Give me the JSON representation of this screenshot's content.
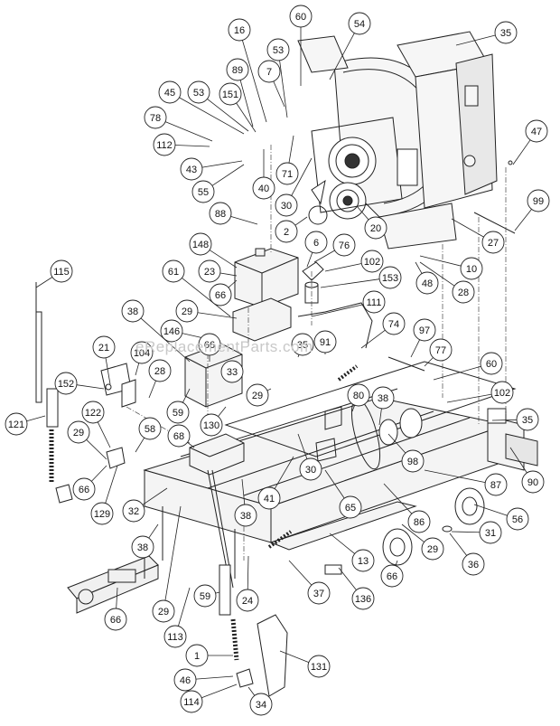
{
  "watermark": "eReplacementParts.com",
  "callouts": [
    {
      "label": "60"
    },
    {
      "label": "54"
    },
    {
      "label": "35"
    },
    {
      "label": "16"
    },
    {
      "label": "53"
    },
    {
      "label": "89"
    },
    {
      "label": "7"
    },
    {
      "label": "45"
    },
    {
      "label": "53"
    },
    {
      "label": "151"
    },
    {
      "label": "78"
    },
    {
      "label": "112"
    },
    {
      "label": "43"
    },
    {
      "label": "55"
    },
    {
      "label": "40"
    },
    {
      "label": "71"
    },
    {
      "label": "30"
    },
    {
      "label": "47"
    },
    {
      "label": "99"
    },
    {
      "label": "88"
    },
    {
      "label": "2"
    },
    {
      "label": "20"
    },
    {
      "label": "27"
    },
    {
      "label": "148"
    },
    {
      "label": "6"
    },
    {
      "label": "76"
    },
    {
      "label": "102"
    },
    {
      "label": "10"
    },
    {
      "label": "115"
    },
    {
      "label": "61"
    },
    {
      "label": "23"
    },
    {
      "label": "153"
    },
    {
      "label": "48"
    },
    {
      "label": "28"
    },
    {
      "label": "66"
    },
    {
      "label": "111"
    },
    {
      "label": "38"
    },
    {
      "label": "29"
    },
    {
      "label": "146"
    },
    {
      "label": "74"
    },
    {
      "label": "97"
    },
    {
      "label": "66"
    },
    {
      "label": "35"
    },
    {
      "label": "91"
    },
    {
      "label": "21"
    },
    {
      "label": "104"
    },
    {
      "label": "77"
    },
    {
      "label": "60"
    },
    {
      "label": "28"
    },
    {
      "label": "33"
    },
    {
      "label": "152"
    },
    {
      "label": "29"
    },
    {
      "label": "80"
    },
    {
      "label": "38"
    },
    {
      "label": "102"
    },
    {
      "label": "59"
    },
    {
      "label": "130"
    },
    {
      "label": "35"
    },
    {
      "label": "121"
    },
    {
      "label": "122"
    },
    {
      "label": "58"
    },
    {
      "label": "29"
    },
    {
      "label": "68"
    },
    {
      "label": "98"
    },
    {
      "label": "90"
    },
    {
      "label": "66"
    },
    {
      "label": "30"
    },
    {
      "label": "87"
    },
    {
      "label": "129"
    },
    {
      "label": "32"
    },
    {
      "label": "41"
    },
    {
      "label": "38"
    },
    {
      "label": "65"
    },
    {
      "label": "56"
    },
    {
      "label": "86"
    },
    {
      "label": "31"
    },
    {
      "label": "38"
    },
    {
      "label": "29"
    },
    {
      "label": "13"
    },
    {
      "label": "36"
    },
    {
      "label": "66"
    },
    {
      "label": "66"
    },
    {
      "label": "37"
    },
    {
      "label": "59"
    },
    {
      "label": "24"
    },
    {
      "label": "136"
    },
    {
      "label": "29"
    },
    {
      "label": "113"
    },
    {
      "label": "1"
    },
    {
      "label": "131"
    },
    {
      "label": "46"
    },
    {
      "label": "114"
    },
    {
      "label": "34"
    }
  ]
}
